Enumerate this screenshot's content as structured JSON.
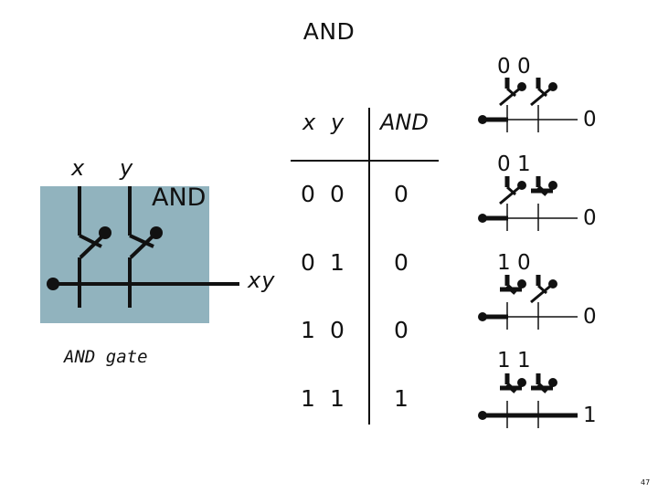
{
  "title": "AND",
  "gate_diagram": {
    "input_labels": [
      "x",
      "y"
    ],
    "box_label": "AND",
    "output_label": "xy",
    "caption": "AND gate",
    "box_color": "#91b3be"
  },
  "truth_table": {
    "headers": [
      "x",
      "y",
      "AND"
    ],
    "rows": [
      {
        "x": "0",
        "y": "0",
        "out": "0"
      },
      {
        "x": "0",
        "y": "1",
        "out": "0"
      },
      {
        "x": "1",
        "y": "0",
        "out": "0"
      },
      {
        "x": "1",
        "y": "1",
        "out": "1"
      }
    ]
  },
  "combos": [
    {
      "inputs": "0 0",
      "output": "0"
    },
    {
      "inputs": "0 1",
      "output": "0"
    },
    {
      "inputs": "1 0",
      "output": "0"
    },
    {
      "inputs": "1 1",
      "output": "1"
    }
  ],
  "page_number": "47"
}
